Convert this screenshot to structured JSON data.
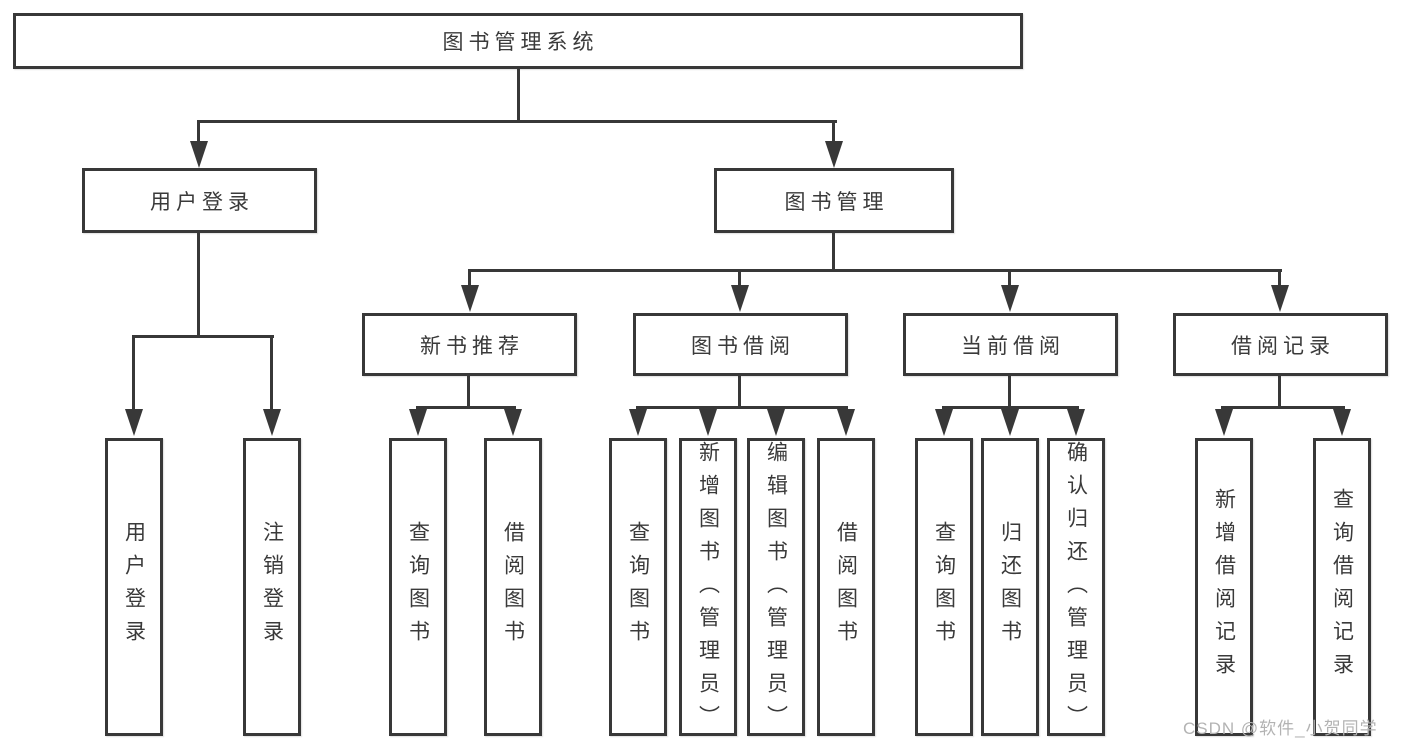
{
  "diagram": {
    "root": {
      "label": "图书管理系统"
    },
    "level2": {
      "user_login": {
        "label": "用户登录"
      },
      "book_mgmt": {
        "label": "图书管理"
      }
    },
    "level3": {
      "new_book_rec": {
        "label": "新书推荐"
      },
      "book_borrow": {
        "label": "图书借阅"
      },
      "current_borrow": {
        "label": "当前借阅"
      },
      "borrow_record": {
        "label": "借阅记录"
      }
    },
    "leaves": {
      "user_login_leaf": {
        "label": "用户登录"
      },
      "logout": {
        "label": "注销登录"
      },
      "nb_query": {
        "label": "查询图书"
      },
      "nb_borrow": {
        "label": "借阅图书"
      },
      "bb_query": {
        "label": "查询图书"
      },
      "bb_add": {
        "label": "新增图书（管理员）"
      },
      "bb_edit": {
        "label": "编辑图书（管理员）"
      },
      "bb_borrow": {
        "label": "借阅图书"
      },
      "cb_query": {
        "label": "查询图书"
      },
      "cb_return": {
        "label": "归还图书"
      },
      "cb_confirm": {
        "label": "确认归还（管理员）"
      },
      "br_add": {
        "label": "新增借阅记录"
      },
      "br_query": {
        "label": "查询借阅记录"
      }
    }
  },
  "watermark": {
    "text": "CSDN @软件_小贺同学"
  },
  "colors": {
    "line": "#383838",
    "text": "#3a3a3a",
    "watermark": "#b3b3b3",
    "background": "#ffffff"
  }
}
